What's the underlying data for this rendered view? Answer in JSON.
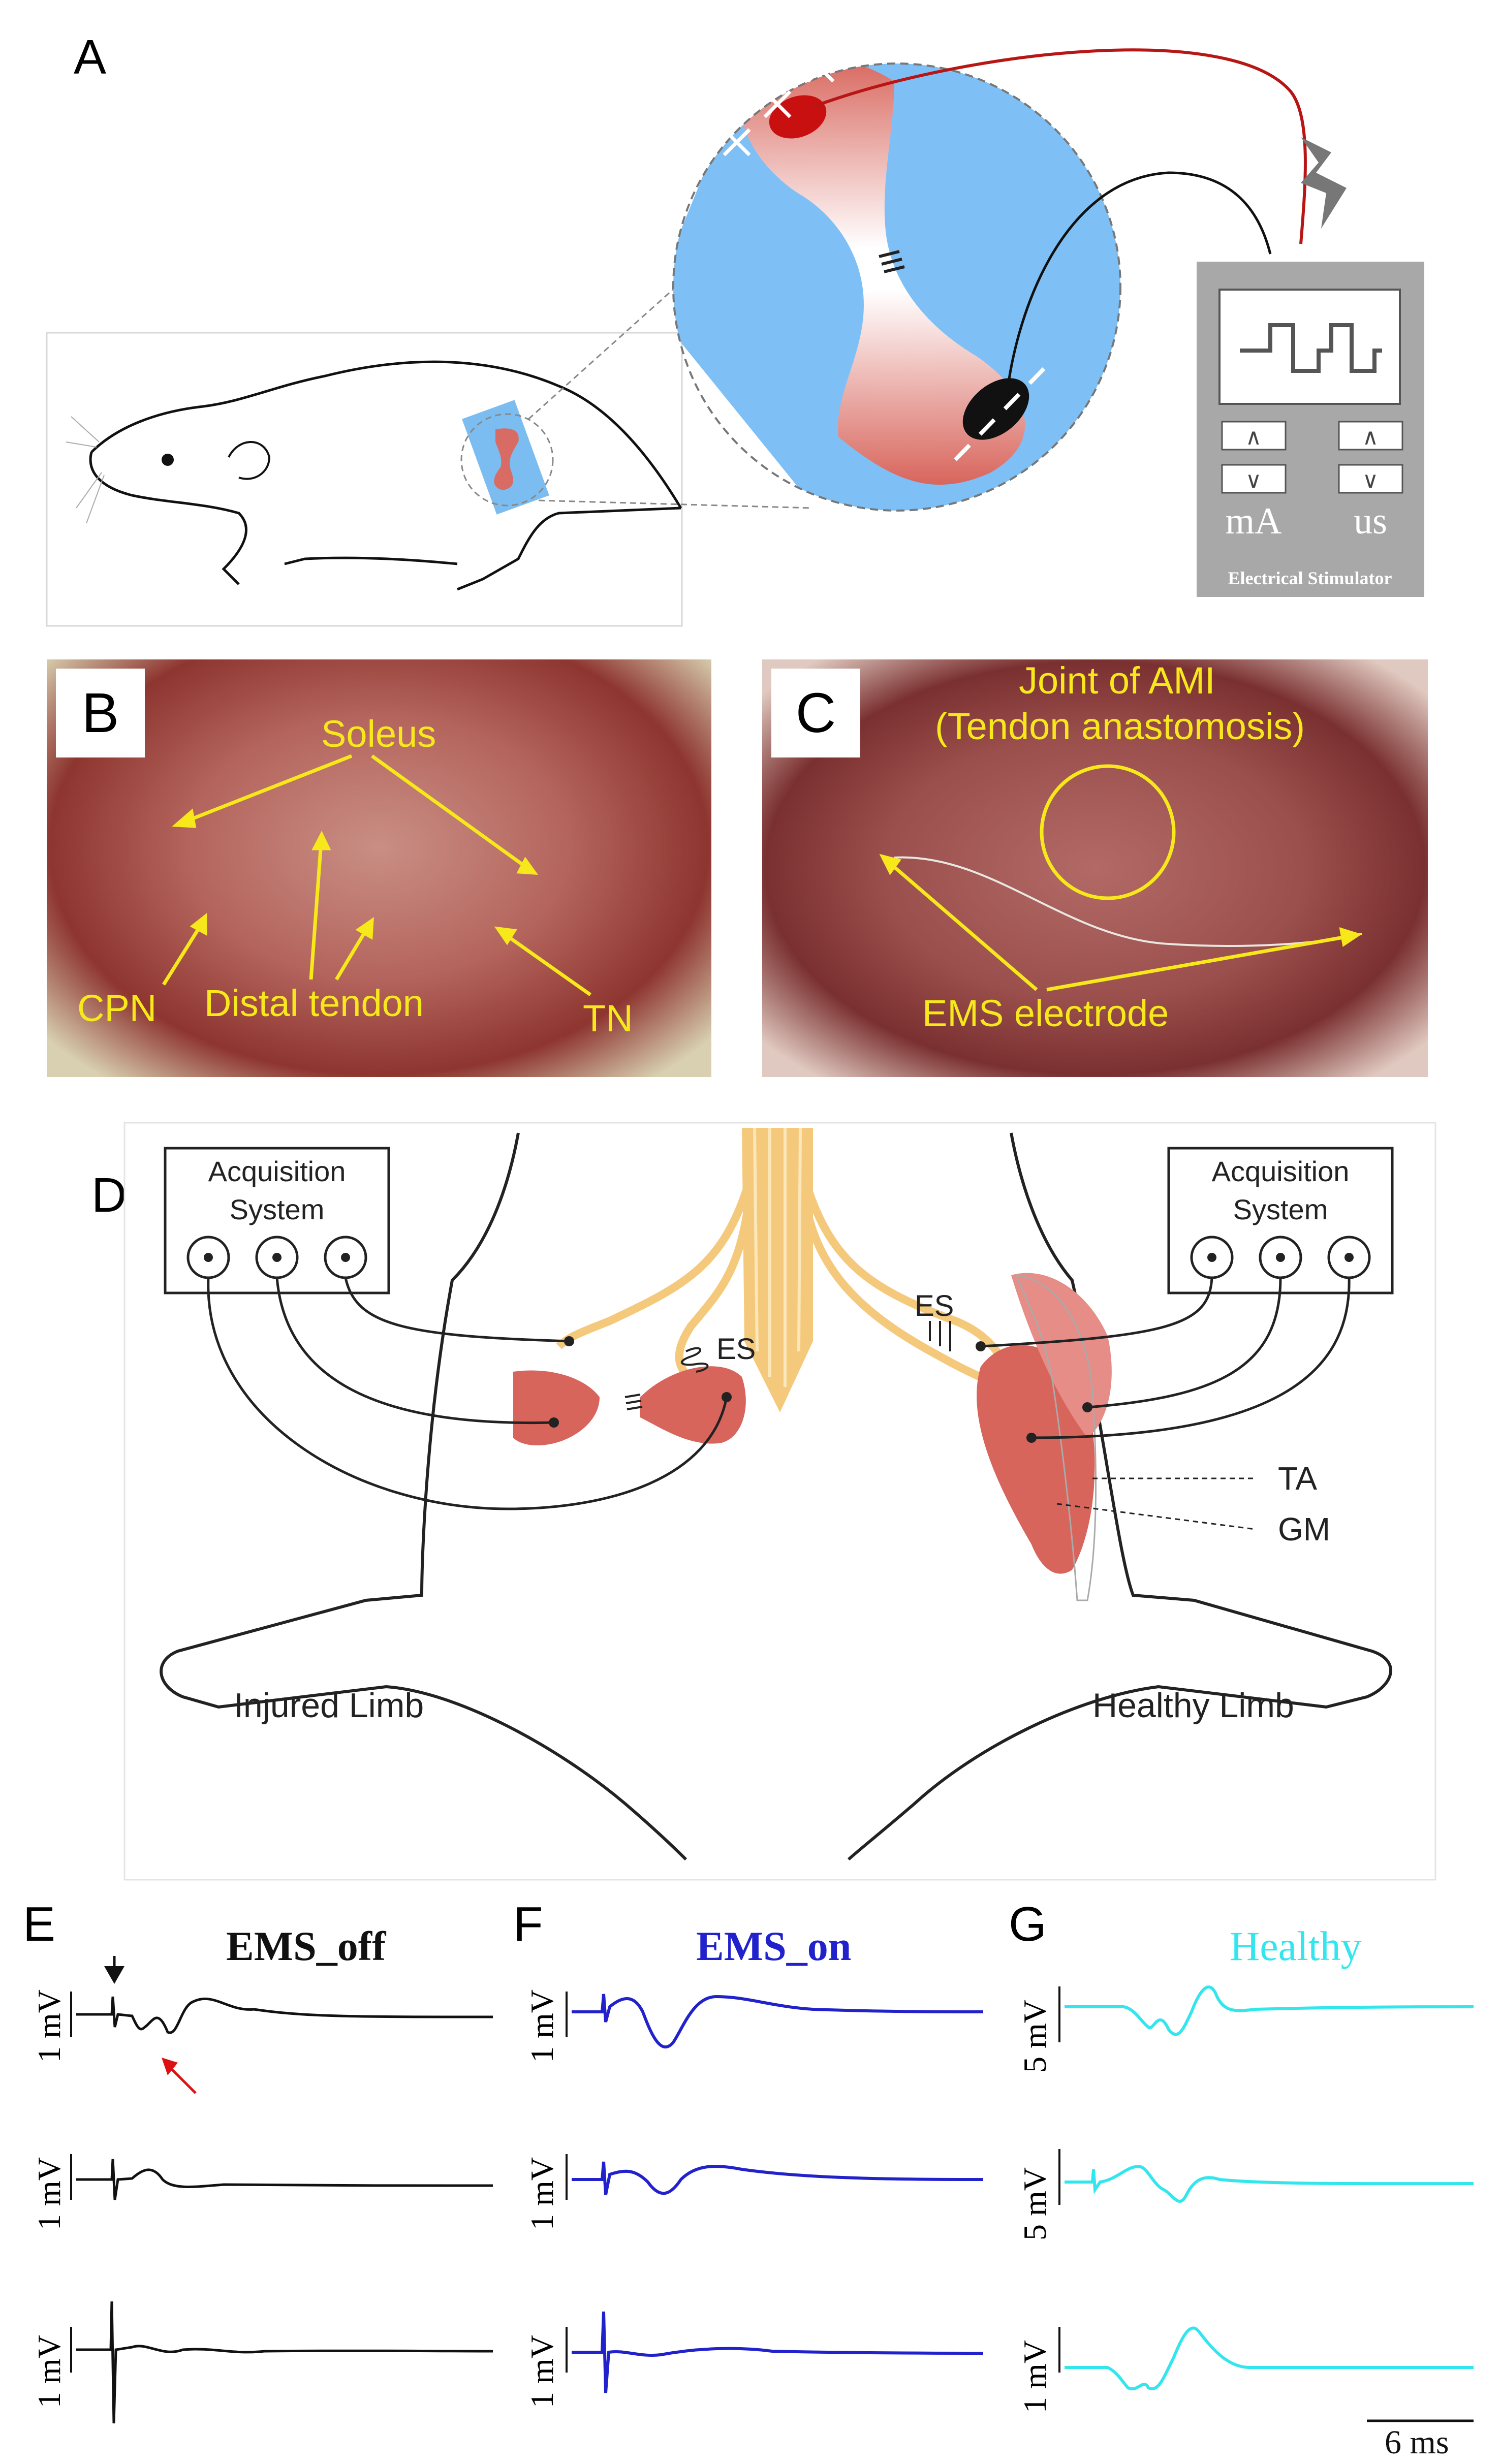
{
  "panels": {
    "a": "A",
    "b": "B",
    "c": "C",
    "d": "D",
    "e": "E",
    "f": "F",
    "g": "G"
  },
  "stimulator": {
    "units_current": "mA",
    "units_time": "us",
    "label": "Electrical Stimulator",
    "up_symbol": "∧",
    "down_symbol": "∨"
  },
  "photo_b": {
    "soleus": "Soleus",
    "cpn": "CPN",
    "distal_tendon": "Distal tendon",
    "tn": "TN"
  },
  "photo_c": {
    "joint_line1": "Joint of AMI",
    "joint_line2": "(Tendon anastomosis)",
    "ems_electrode": "EMS electrode"
  },
  "schematic_d": {
    "acq_left_line1": "Acquisition",
    "acq_left_line2": "System",
    "acq_right_line1": "Acquisition",
    "acq_right_line2": "System",
    "es_left": "ES",
    "es_right": "ES",
    "ta": "TA",
    "gm": "GM",
    "injured": "Injured Limb",
    "healthy": "Healthy Limb"
  },
  "traces": {
    "e_title": "EMS_off",
    "f_title": "EMS_on",
    "g_title": "Healthy",
    "e_color": "#111111",
    "f_color": "#2222cc",
    "g_color": "#33e6ee",
    "units": {
      "e": [
        "1 mV",
        "1 mV",
        "1 mV"
      ],
      "f": [
        "1 mV",
        "1 mV",
        "1 mV"
      ],
      "g": [
        "5 mV",
        "5 mV",
        "1 mV"
      ]
    },
    "scale_bar": "6 ms"
  }
}
